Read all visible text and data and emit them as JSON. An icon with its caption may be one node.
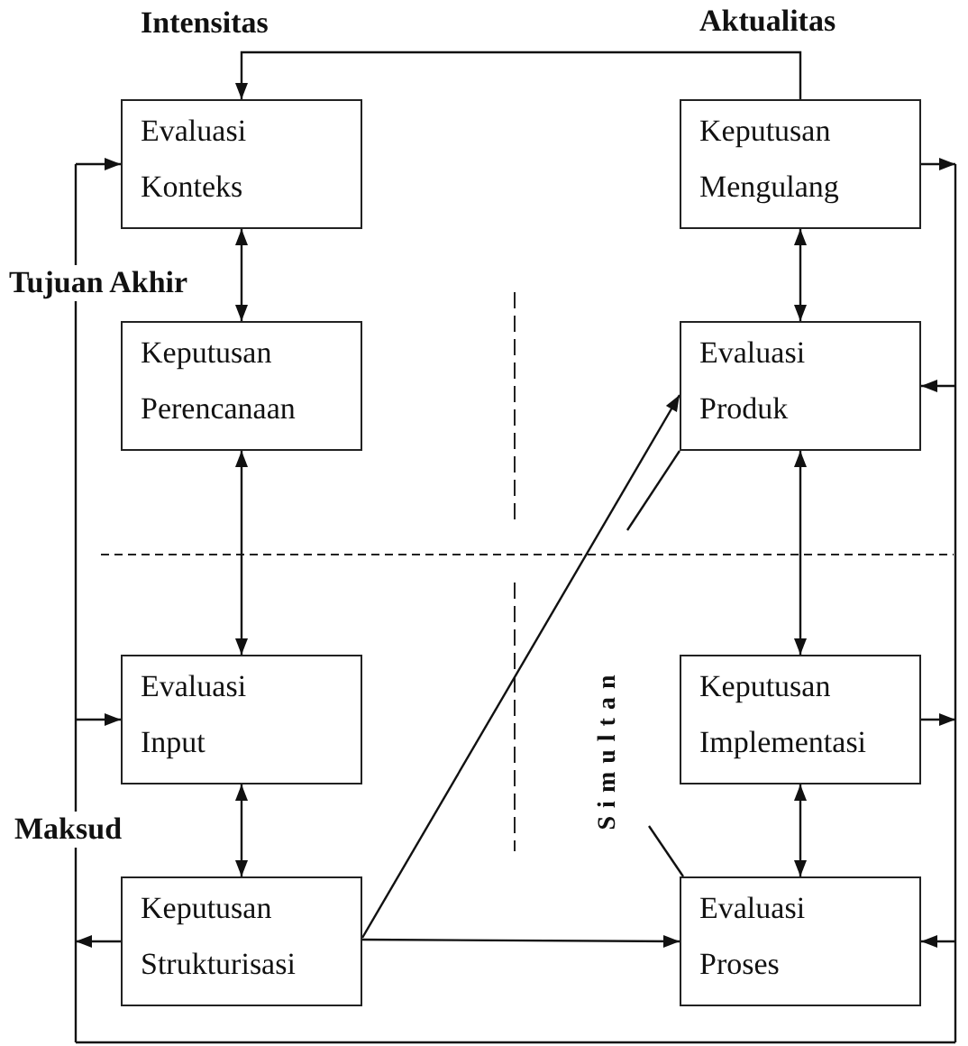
{
  "diagram": {
    "nodes": [
      {
        "text": [
          "Evaluasi Konteks"
        ]
      },
      {
        "text": [
          "Keputusan Mengulang"
        ]
      },
      {
        "text": [
          "Keputusan Perencanaan"
        ]
      },
      {
        "text": [
          "Evaluasi Produk"
        ]
      },
      {
        "text": [
          "Evaluasi Input"
        ]
      },
      {
        "text": [
          "Simultan"
        ]
      },
      {
        "text": [
          "Keputusan Implementasi"
        ]
      },
      {
        "text": [
          "Keputusan Strukturisasi"
        ]
      },
      {
        "text": [
          "Evaluasi Proses"
        ]
      }
    ],
    "edges": [
      {
        "from": 1,
        "to": 0,
        "arrow": "to"
      },
      {
        "from": 0,
        "to": 2,
        "arrow": "both"
      },
      {
        "from": 1,
        "to": 3,
        "arrow": "both"
      },
      {
        "from": 2,
        "to": 4,
        "arrow": "both"
      },
      {
        "from": 3,
        "to": 6,
        "arrow": "both"
      },
      {
        "from": 4,
        "to": 7,
        "arrow": "both"
      },
      {
        "from": 6,
        "to": 8,
        "arrow": "both"
      },
      {
        "from": 7,
        "to": 3,
        "arrow": "to"
      },
      {
        "from": 7,
        "to": 8,
        "arrow": "to"
      },
      {
        "from": 3,
        "to": null,
        "arrow": "none"
      },
      {
        "from": 5,
        "to": 8,
        "arrow": "none"
      },
      {
        "from": 1,
        "to": 3,
        "arrow": "to"
      },
      {
        "from": 1,
        "to": 8,
        "arrow": "to"
      },
      {
        "from": 1,
        "to": 0,
        "arrow": "to"
      },
      {
        "from": 1,
        "to": 4,
        "arrow": "to"
      },
      {
        "from": 6,
        "to": 3,
        "arrow": "to"
      },
      {
        "from": 6,
        "to": 8,
        "arrow": "to"
      },
      {
        "from": 6,
        "to": 0,
        "arrow": "to"
      },
      {
        "from": 6,
        "to": 4,
        "arrow": "to"
      },
      {
        "from": 7,
        "to": 0,
        "arrow": "to"
      },
      {
        "from": 7,
        "to": 4,
        "arrow": "to"
      },
      {
        "from": 7,
        "to": 3,
        "arrow": "to"
      },
      {
        "from": 7,
        "to": 8,
        "arrow": "to"
      }
    ],
    "labels": [
      "Intensitas",
      "Aktualitas",
      "Tujuan Akhir",
      "Maksud"
    ]
  }
}
